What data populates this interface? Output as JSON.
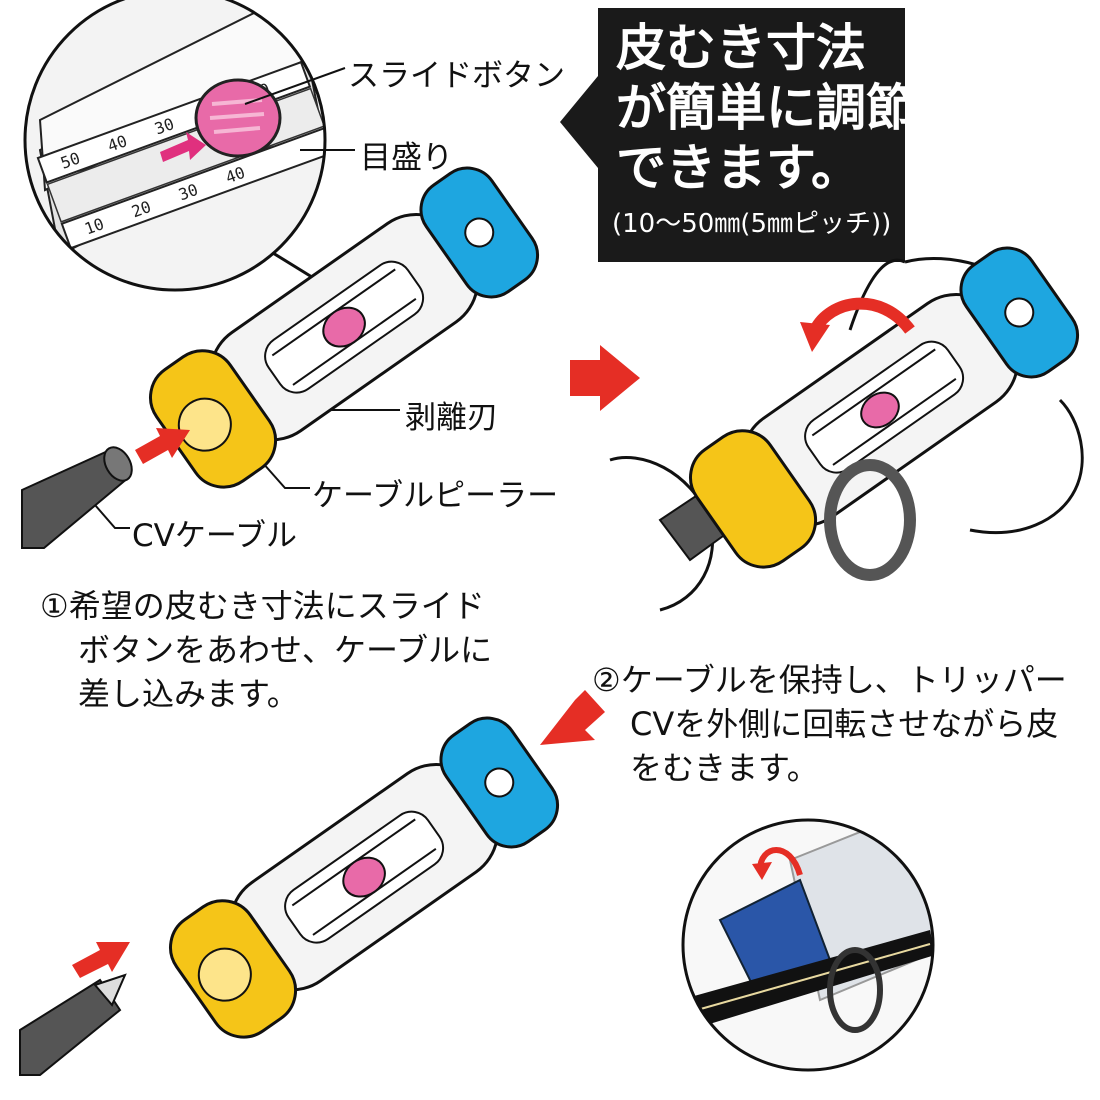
{
  "labels": {
    "slide_button": "スライドボタン",
    "scale": "目盛り",
    "blade": "剥離刃",
    "cable_peeler": "ケーブルピーラー",
    "cv_cable": "CVケーブル"
  },
  "panel": {
    "line1": "皮むき寸法",
    "line2": "が簡単に調節",
    "line3": "できます。",
    "note": "(10～50㎜(5㎜ピッチ))"
  },
  "steps": {
    "step1_line1": "①希望の皮むき寸法にスライド",
    "step1_line2": "ボタンをあわせ、ケーブルに",
    "step1_line3": "差し込みます。",
    "step2_line1": "②ケーブルを保持し、トリッパー",
    "step2_line2": "CVを外側に回転させながら皮",
    "step2_line3": "をむきます。"
  },
  "scale_numbers": [
    "10",
    "20",
    "30",
    "40",
    "50"
  ],
  "colors": {
    "yellow": "#f5c518",
    "blue": "#1ea6e0",
    "pink": "#e86aa8",
    "red": "#e52e25",
    "panel": "#1a1a1a",
    "cable": "#555555",
    "dark_blue": "#2a56a8"
  }
}
